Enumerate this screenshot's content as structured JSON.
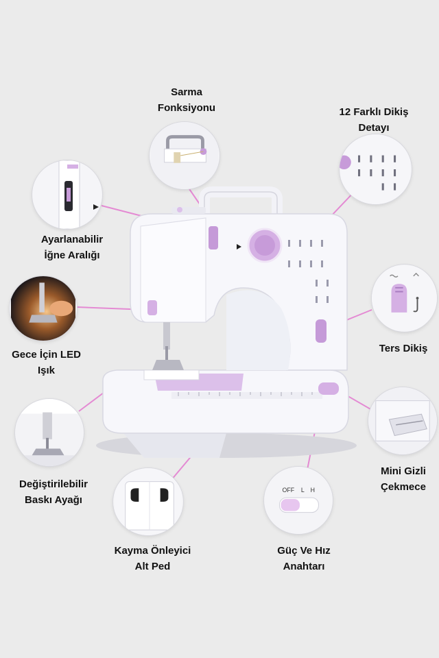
{
  "colors": {
    "background": "#ebebeb",
    "accent_lilac": "#d9b7e8",
    "leader_pink": "#e48ad3",
    "body_white": "#f7f7fb"
  },
  "features": {
    "winding": {
      "line1": "Sarma",
      "line2": "Fonksiyonu"
    },
    "stitches": {
      "line1": "12 Farklı Dikiş",
      "line2": "Detayı"
    },
    "needle": {
      "line1": "Ayarlanabilir",
      "line2": "İğne Aralığı"
    },
    "led": {
      "line1": "Gece İçin LED",
      "line2": "Işık"
    },
    "reverse": {
      "line1": "Ters Dikiş"
    },
    "foot": {
      "line1": "Değiştirilebilir",
      "line2": "Baskı Ayağı"
    },
    "drawer": {
      "line1": "Mini Gizli",
      "line2": "Çekmece"
    },
    "pad": {
      "line1": "Kayma Önleyici",
      "line2": "Alt Ped"
    },
    "switch": {
      "line1": "Güç Ve Hız",
      "line2": "Anahtarı"
    }
  },
  "switch_positions": {
    "off": "OFF",
    "low": "L",
    "high": "H"
  }
}
